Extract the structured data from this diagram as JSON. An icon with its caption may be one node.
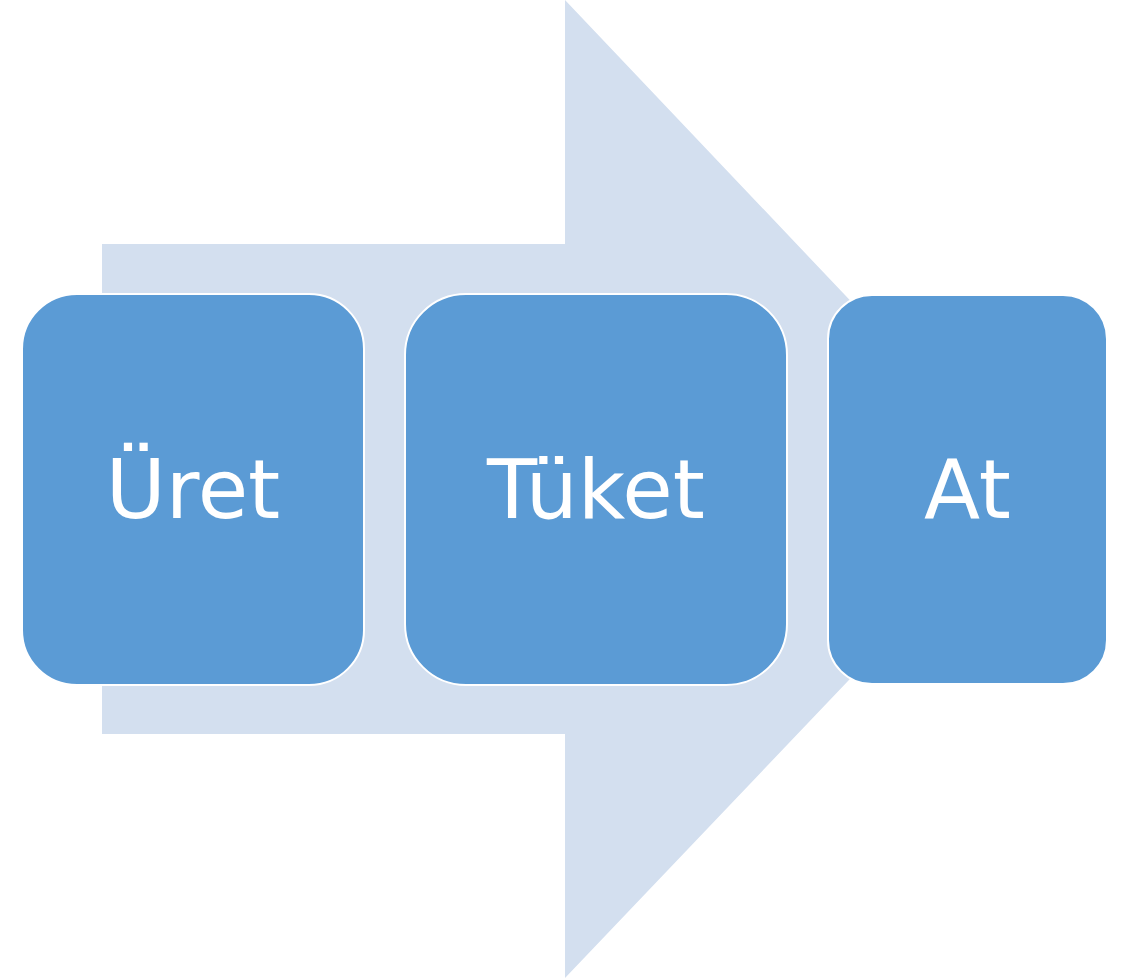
{
  "diagram": {
    "nodes": [
      {
        "text": [
          "Üret"
        ]
      },
      {
        "text": [
          "Tüket"
        ]
      },
      {
        "text": [
          "At"
        ]
      }
    ],
    "edges": [
      {
        "from": 0,
        "to": 2,
        "arrow": "to"
      }
    ]
  }
}
